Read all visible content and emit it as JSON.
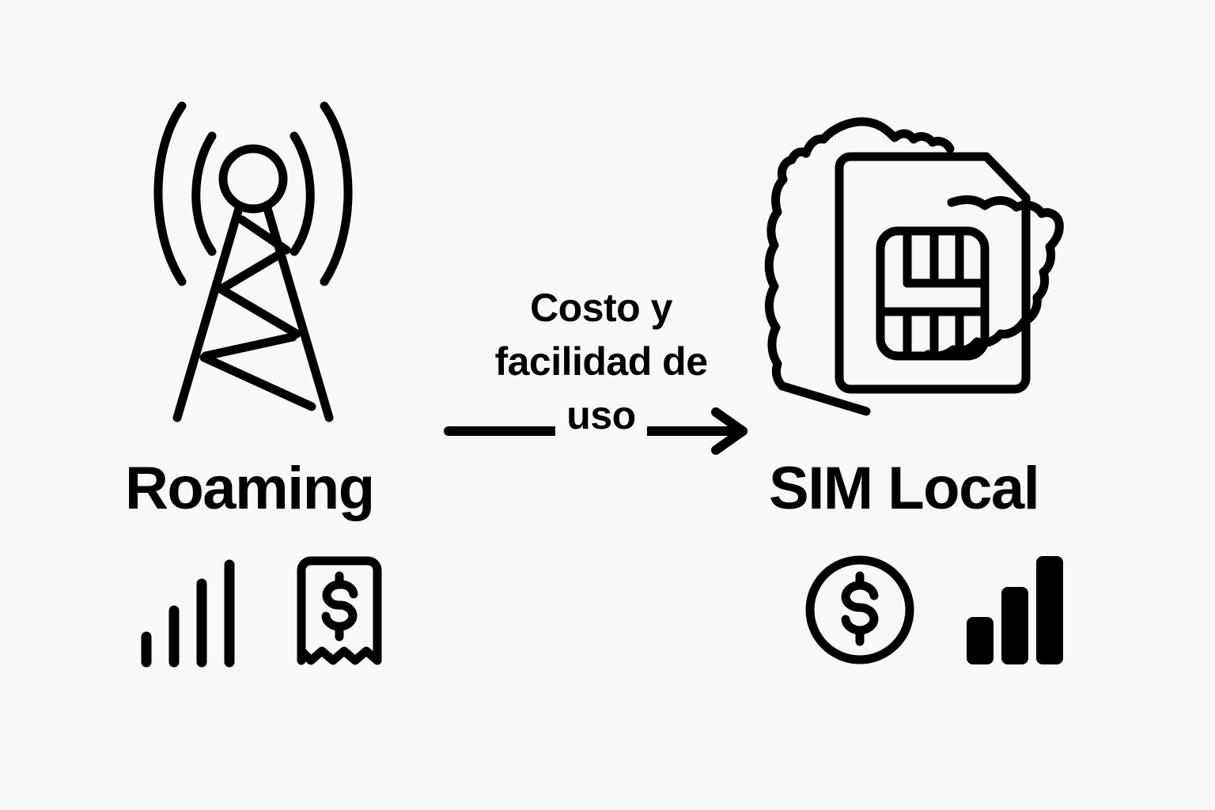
{
  "background_color": "#f8f8f7",
  "ink_color": "#000000",
  "left": {
    "label": "Roaming",
    "icons": {
      "main": "cell-tower-icon",
      "bottom_1": "signal-bars-weak-icon",
      "bottom_2": "receipt-dollar-icon"
    }
  },
  "center": {
    "line1": "Costo y",
    "line2": "facilidad de",
    "line3": "uso",
    "arrow": "arrow-right-icon",
    "direction": "left-to-right"
  },
  "right": {
    "label": "SIM Local",
    "icons": {
      "main": "sim-card-over-map-icon",
      "bottom_1": "coin-dollar-icon",
      "bottom_2": "bar-chart-strong-icon"
    }
  }
}
